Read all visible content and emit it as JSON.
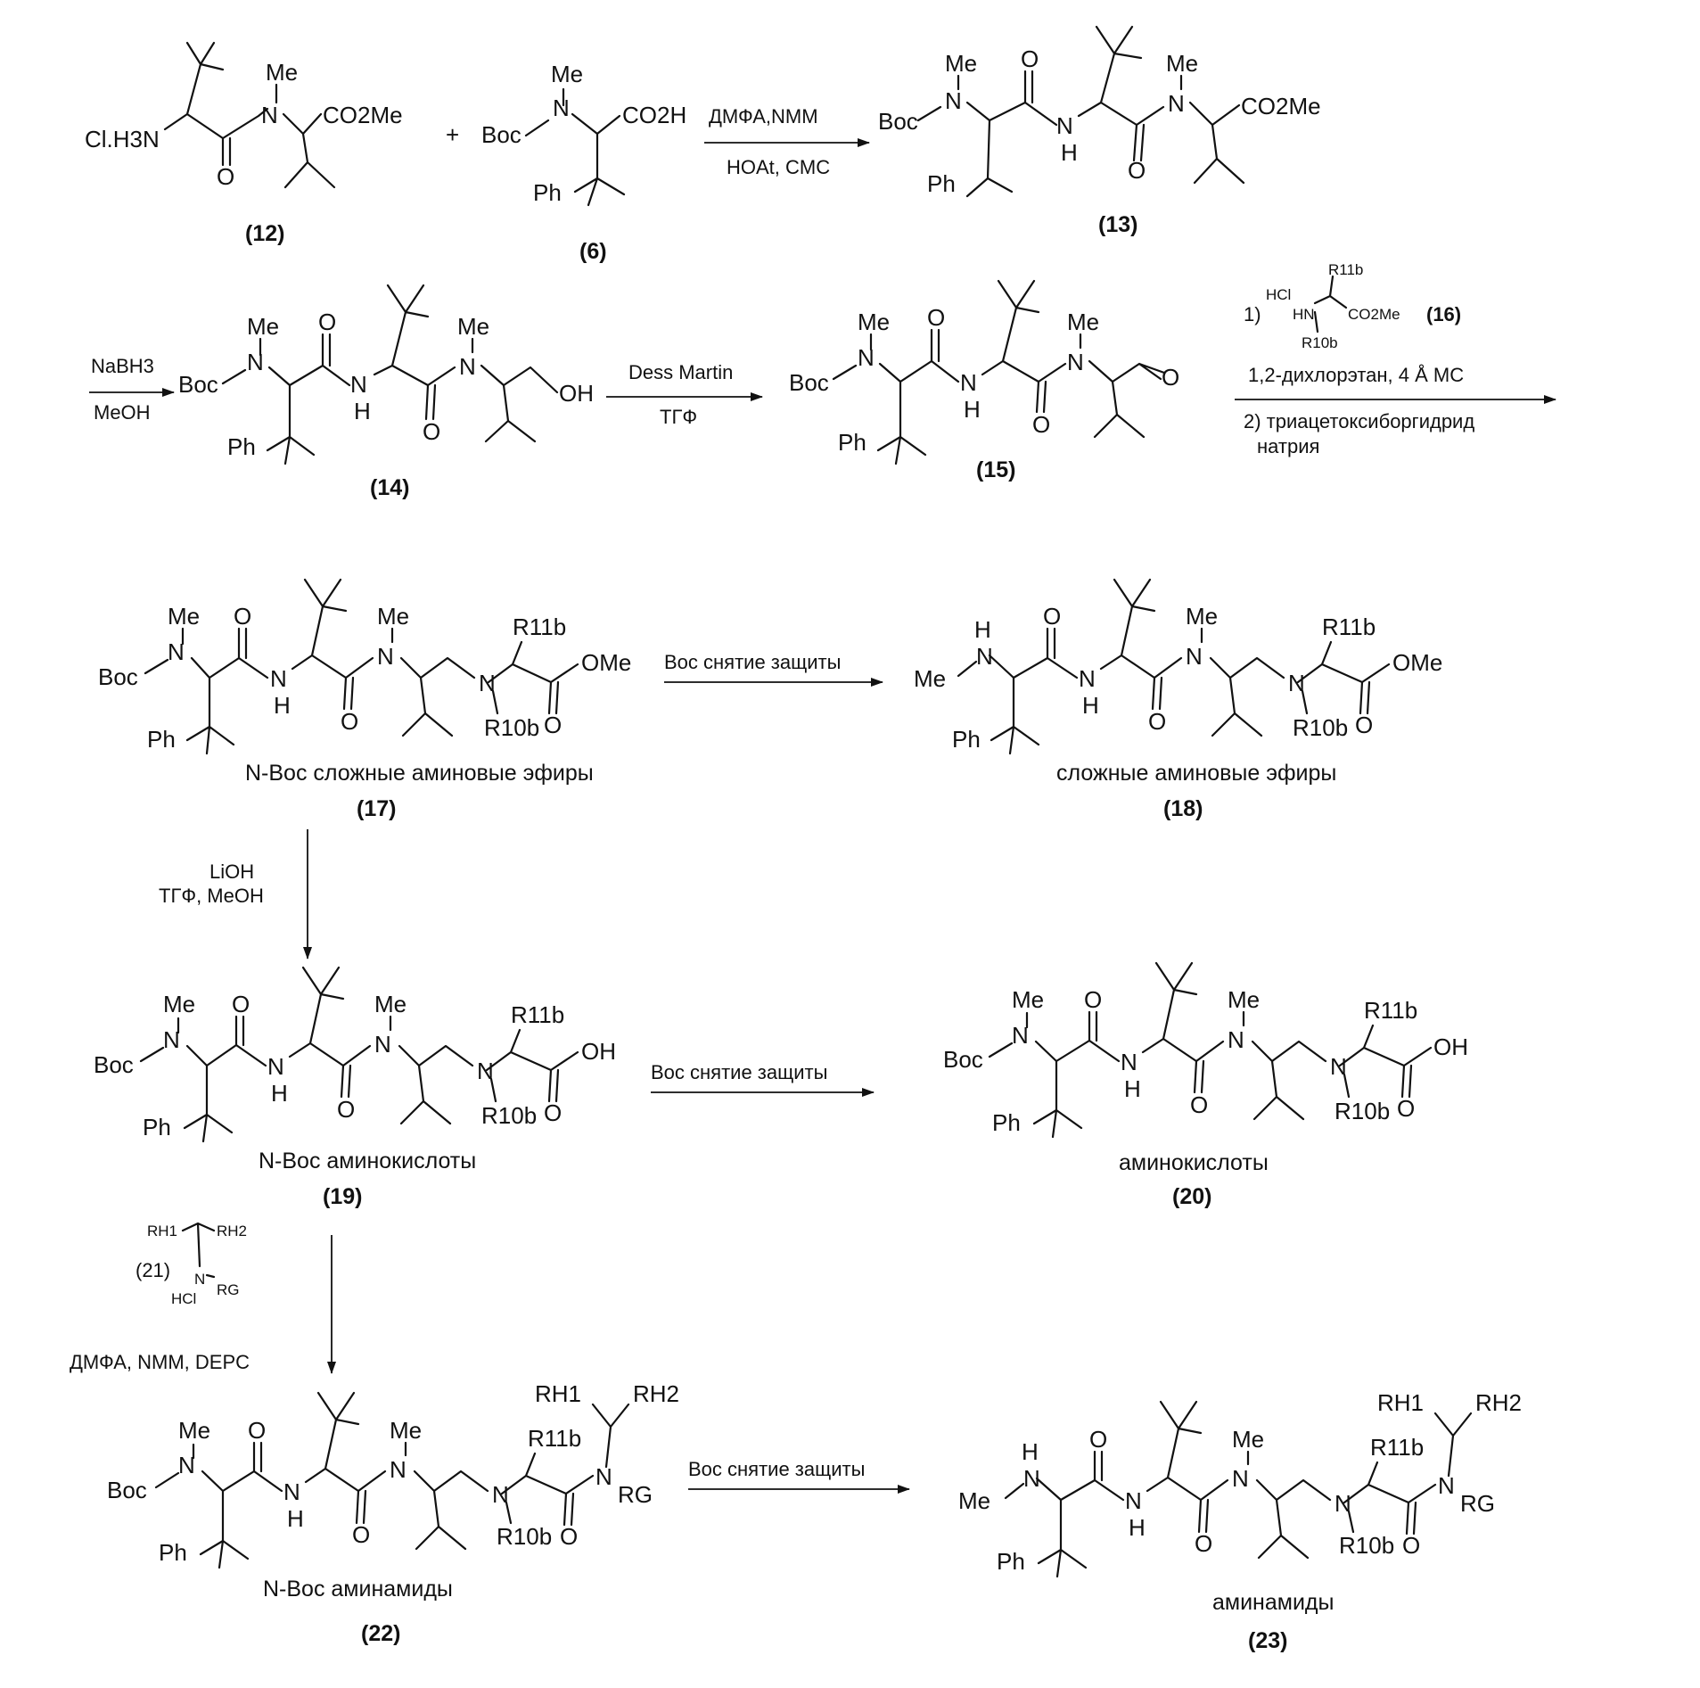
{
  "compounds": {
    "c12": {
      "number": "(12)"
    },
    "c6": {
      "number": "(6)"
    },
    "c13": {
      "number": "(13)"
    },
    "c14": {
      "number": "(14)"
    },
    "c15": {
      "number": "(15)"
    },
    "c17": {
      "number": "(17)",
      "caption": "N-Boc сложные аминовые эфиры"
    },
    "c18": {
      "number": "(18)",
      "caption": "сложные аминовые эфиры"
    },
    "c19": {
      "number": "(19)",
      "caption": "N-Boc аминокислоты"
    },
    "c20": {
      "number": "(20)",
      "caption": "аминокислоты"
    },
    "c22": {
      "number": "(22)",
      "caption": "N-Boc аминамиды"
    },
    "c23": {
      "number": "(23)",
      "caption": "аминамиды"
    }
  },
  "reagents": {
    "plus": "+",
    "step1": {
      "above": "ДМФА,NMM",
      "below": "HOAt, CMC"
    },
    "step2": {
      "above": "NaBH3",
      "below": "MeOH"
    },
    "step3": {
      "above": "Dess Martin",
      "below": "ТГФ"
    },
    "step4": {
      "line1_prefix": "1)",
      "reagent_number": "(16)",
      "line2": "1,2-дихлорэтан, 4 Å МС",
      "line3": "2) триацетоксиборгидрид",
      "line4": "натрия"
    },
    "deprotect": "Boc снятие защиты",
    "step5": {
      "line1": "LiOH",
      "line2": "ТГФ, MeOH"
    },
    "step6": {
      "reagent_number": "(21)",
      "line": "ДМФА, NMM, DEPC"
    }
  },
  "atoms": {
    "me": "Me",
    "boc": "Boc",
    "n": "N",
    "o": "O",
    "h": "H",
    "oh": "OH",
    "ph": "Ph",
    "cl_h3n": "Cl.H3N",
    "co2me": "CO2Me",
    "co2h": "CO2H",
    "ome": "OMe",
    "hcl": "HCl",
    "hn": "HN",
    "r11b": "R11b",
    "r10b": "R10b",
    "rh1": "RH1",
    "rh2": "RH2",
    "rg": "RG"
  }
}
